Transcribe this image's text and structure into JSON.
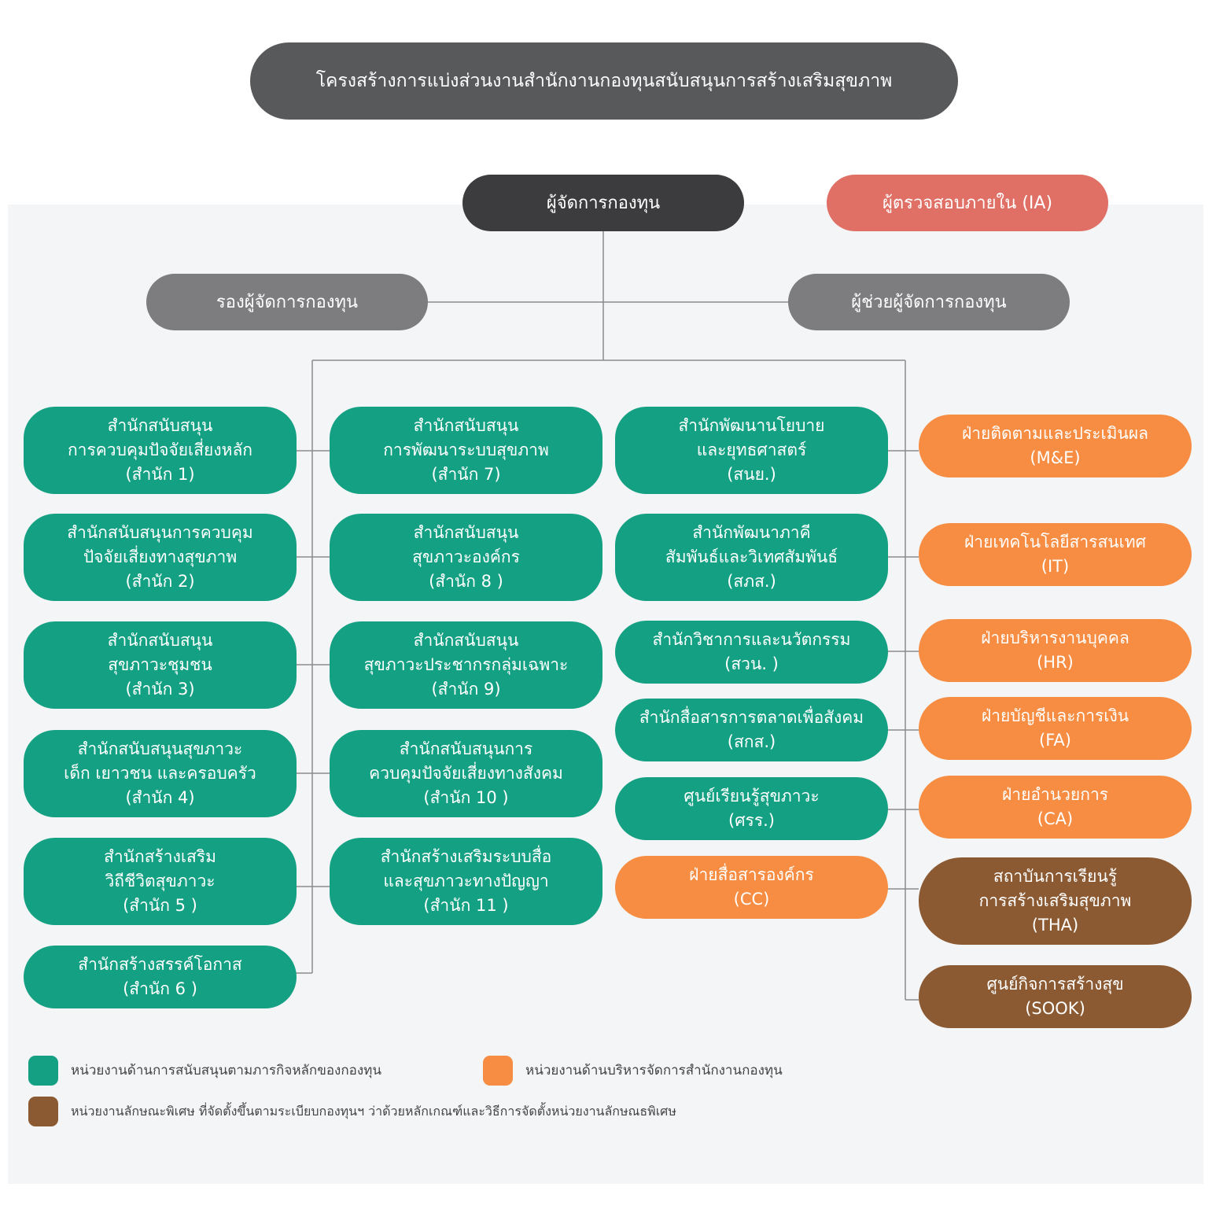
{
  "title": "โครงสร้างการแบ่งส่วนงานสำนักงานกองทุนสนับสนุนการสร้างเสริมสุขภาพ",
  "top": {
    "manager": "ผู้จัดการกองทุน",
    "ia": "ผู้ตรวจสอบภายใน (IA)",
    "deputy": "รองผู้จัดการกองทุน",
    "assistant": "ผู้ช่วยผู้จัดการกองทุน"
  },
  "col1": [
    "สำนักสนับสนุน\nการควบคุมปัจจัยเสี่ยงหลัก\n(สำนัก 1)",
    "สำนักสนับสนุนการควบคุม\nปัจจัยเสี่ยงทางสุขภาพ\n(สำนัก 2)",
    "สำนักสนับสนุน\nสุขภาวะชุมชน\n(สำนัก 3)",
    "สำนักสนับสนุนสุขภาวะ\nเด็ก เยาวชน และครอบครัว\n(สำนัก 4)",
    "สำนักสร้างเสริม\nวิถีชีวิตสุขภาวะ\n(สำนัก 5 )",
    "สำนักสร้างสรรค์โอกาส\n(สำนัก 6 )"
  ],
  "col2": [
    "สำนักสนับสนุน\nการพัฒนาระบบสุขภาพ\n(สำนัก 7)",
    "สำนักสนับสนุน\nสุขภาวะองค์กร\n(สำนัก 8 )",
    "สำนักสนับสนุน\nสุขภาวะประชากรกลุ่มเฉพาะ\n(สำนัก 9)",
    "สำนักสนับสนุนการ\nควบคุมปัจจัยเสี่ยงทางสังคม\n(สำนัก 10 )",
    "สำนักสร้างเสริมระบบสื่อ\nและสุขภาวะทางปัญญา\n(สำนัก 11 )"
  ],
  "col3": [
    "สำนักพัฒนานโยบาย\nและยุทธศาสตร์\n(สนย.)",
    "สำนักพัฒนาภาคี\nสัมพันธ์และวิเทศสัมพันธ์\n(สภส.)",
    "สำนักวิชาการและนวัตกรรม\n(สวน. )",
    "สำนักสื่อสารการตลาดเพื่อสังคม\n(สกส.)",
    "ศูนย์เรียนรู้สุขภาวะ\n(ศรร.)",
    "ฝ่ายสื่อสารองค์กร\n(CC)"
  ],
  "col4": [
    "ฝ่ายติดตามและประเมินผล\n(M&E)",
    "ฝ่ายเทคโนโลยีสารสนเทศ\n(IT)",
    "ฝ่ายบริหารงานบุคคล\n(HR)",
    "ฝ่ายบัญชีและการเงิน\n(FA)",
    "ฝ่ายอำนวยการ\n(CA)",
    "สถาบันการเรียนรู้\nการสร้างเสริมสุขภาพ\n(THA)",
    "ศูนย์กิจการสร้างสุข\n(SOOK)"
  ],
  "legend": {
    "green": "หน่วยงานด้านการสนับสนุนตามภารกิจหลักของกองทุน",
    "orange": "หน่วยงานด้านบริหารจัดการสำนักงานกองทุน",
    "brown": "หน่วยงานลักษณะพิเศษ ที่จัดตั้งขึ้นตามระเบียบกองทุนฯ ว่าด้วยหลักเกณฑ์และวิธีการจัดตั้งหน่วยงานลักษณธพิเศษ"
  },
  "colors": {
    "title": "#58595b",
    "manager": "#3c3c3e",
    "deputy": "#7d7d7f",
    "ia": "#e07065",
    "green": "#14a083",
    "orange": "#f68d42",
    "brown": "#8b5a32",
    "line": "#8c8c8c"
  }
}
